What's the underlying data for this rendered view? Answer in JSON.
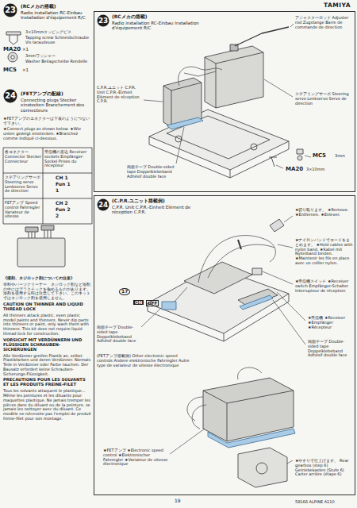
{
  "diagram": {
    "nodes": [
      {
        "text": [
          "23"
        ]
      },
      {
        "text": [
          "(RCメカの搭載)",
          "Radio installation RC-Einbau Installation d'équipement R/C"
        ]
      },
      {
        "text": [
          "23"
        ],
        "in": 1
      },
      {
        "text": [
          "24"
        ]
      },
      {
        "text": [
          "(C.P.R.ユニット搭載例)",
          "C.P.R. Unit C.P.R.-Einheit Elément de réception C.P.R."
        ]
      },
      {
        "text": [
          "24"
        ],
        "in": 4
      }
    ],
    "labels": [
      "(RCメカの搭載)",
      "Radio installation RC-Einbau Installation d'équipement R/C",
      "3×10mmタッピングビス",
      "Tapping screw Schneidschraube Vis taraudeuse",
      "MA20",
      "×1",
      "3mmワッシャー",
      "Washer Beilagscheibe Rondelle",
      "MC5",
      "×1",
      "(FETアンプの配線)",
      "Connecting plugs Stecker einstecken Branchement des connecteurs",
      "★FETアンプのコネクターは下表のようにつないで下さい。",
      "★Connect plugs as shown below. ★Wie unten gezeigt einstecken. ★Branchez comme indiqué ci-dessous.",
      "各コネクター Connector Stecker Connecteur",
      "受信機の差込 Receiver sockets Empfänger-Sockel Prises du récepteur",
      "ステアリングサーボ Steering servo Lenkservo Servo de direction",
      "CH 1",
      "Fun 1",
      "1",
      "FETアンプ Speed control Fahrregler Variateur de vitesse",
      "CH 2",
      "Fun 2",
      "2",
      "《溶剤、ネジロック剤についての注意》",
      "塗料やパーツクリーナー、ネジロック剤など溶剤の中にはプラスチックを傷めるものがあります。溶剤を使用する時は注意して下さい。このキットではネジロック剤を使用しません。",
      "CAUTION ON THINNER AND LIQUID THREAD LOCK",
      "All thinners attack plastic, even plastic model paints and thinners. Never dip parts into thinners or paint, only wash them with thinners. This kit does not require liquid thread lock for construction.",
      "VORSICHT MIT VERDÜNNERN UND FLÜSSIGEN SCHRAUBEN-SICHERUNGEN",
      "Alle Verdünner greifen Plastik an, selbst Plastikfarben und deren Verdünner. Niemals Teile in Verdünner oder Farbe tauchen. Der Bausatz erfordert keine Schrauben-Sicherungs-Flüssigkeit.",
      "PRECAUTIONS POUR LES SOLVANTS ET LES PRODUITS FREINE-FILET",
      "Tous les solvants attaquent le plastique... Même les peintures et les diluants pour maquettes plastique. Ne jamais tremper les pièces dans du diluant ou de la peinture, se jamais les nettoyer avec du diluant. Ce modèle ne nécessite pas l'emploi de produit freine-filet pour son montage.",
      "アジャスターロッド Adjuster rod Zugstange Barre de commande de direction",
      "C.P.R.ユニット C.P.R. Unit C.P.R.-Einheit Elément de réception C.P.R.",
      "ステアリングサーボ Steering servo Lenkservo Servo de direction",
      "両面テープ Double-sided tape Doppelklebeband Adhésif double face",
      "MC5",
      "3mm",
      "MA20",
      "3×10mm",
      "★切り取ります。 ★Remove. ★Entfernen. ★Enlever.",
      "★ナイロンバンドでコードをまとめます。 ★Hold cables with nylon band. ★Kabel mit Nylonband binden. ★Maintenir les fils en place avec un collier nylon.",
      "★受信機スイッチ ★Receiver switch Empfänger-Schalter Interrupteur de réception",
      "ON",
      "OFF",
      "17",
      "両面テープ Double-sided tape Doppelklebeband Adhésif double face",
      "★受信機 ★Receiver ★Empfänger ★Récepteur",
      "両面テープ Double-sided tape Doppelklebeband Adhésif double face",
      "(FETアンプ搭載例) Other electronic speed controls Andere elektronische Fahrregler Autre type de variateur de vitesse électronique",
      "★FETアンプ ★Electronic speed control ★Elektronischer Fahrregler ★Variateur de vitesse électronique",
      "★やすりで仕上げます。 Rear gearbox (step 6) Getriebekasten (Stufe 6) Carter arrière (étape 6)",
      "TAMIYA",
      "19",
      "58168 ALPINE A110"
    ]
  }
}
